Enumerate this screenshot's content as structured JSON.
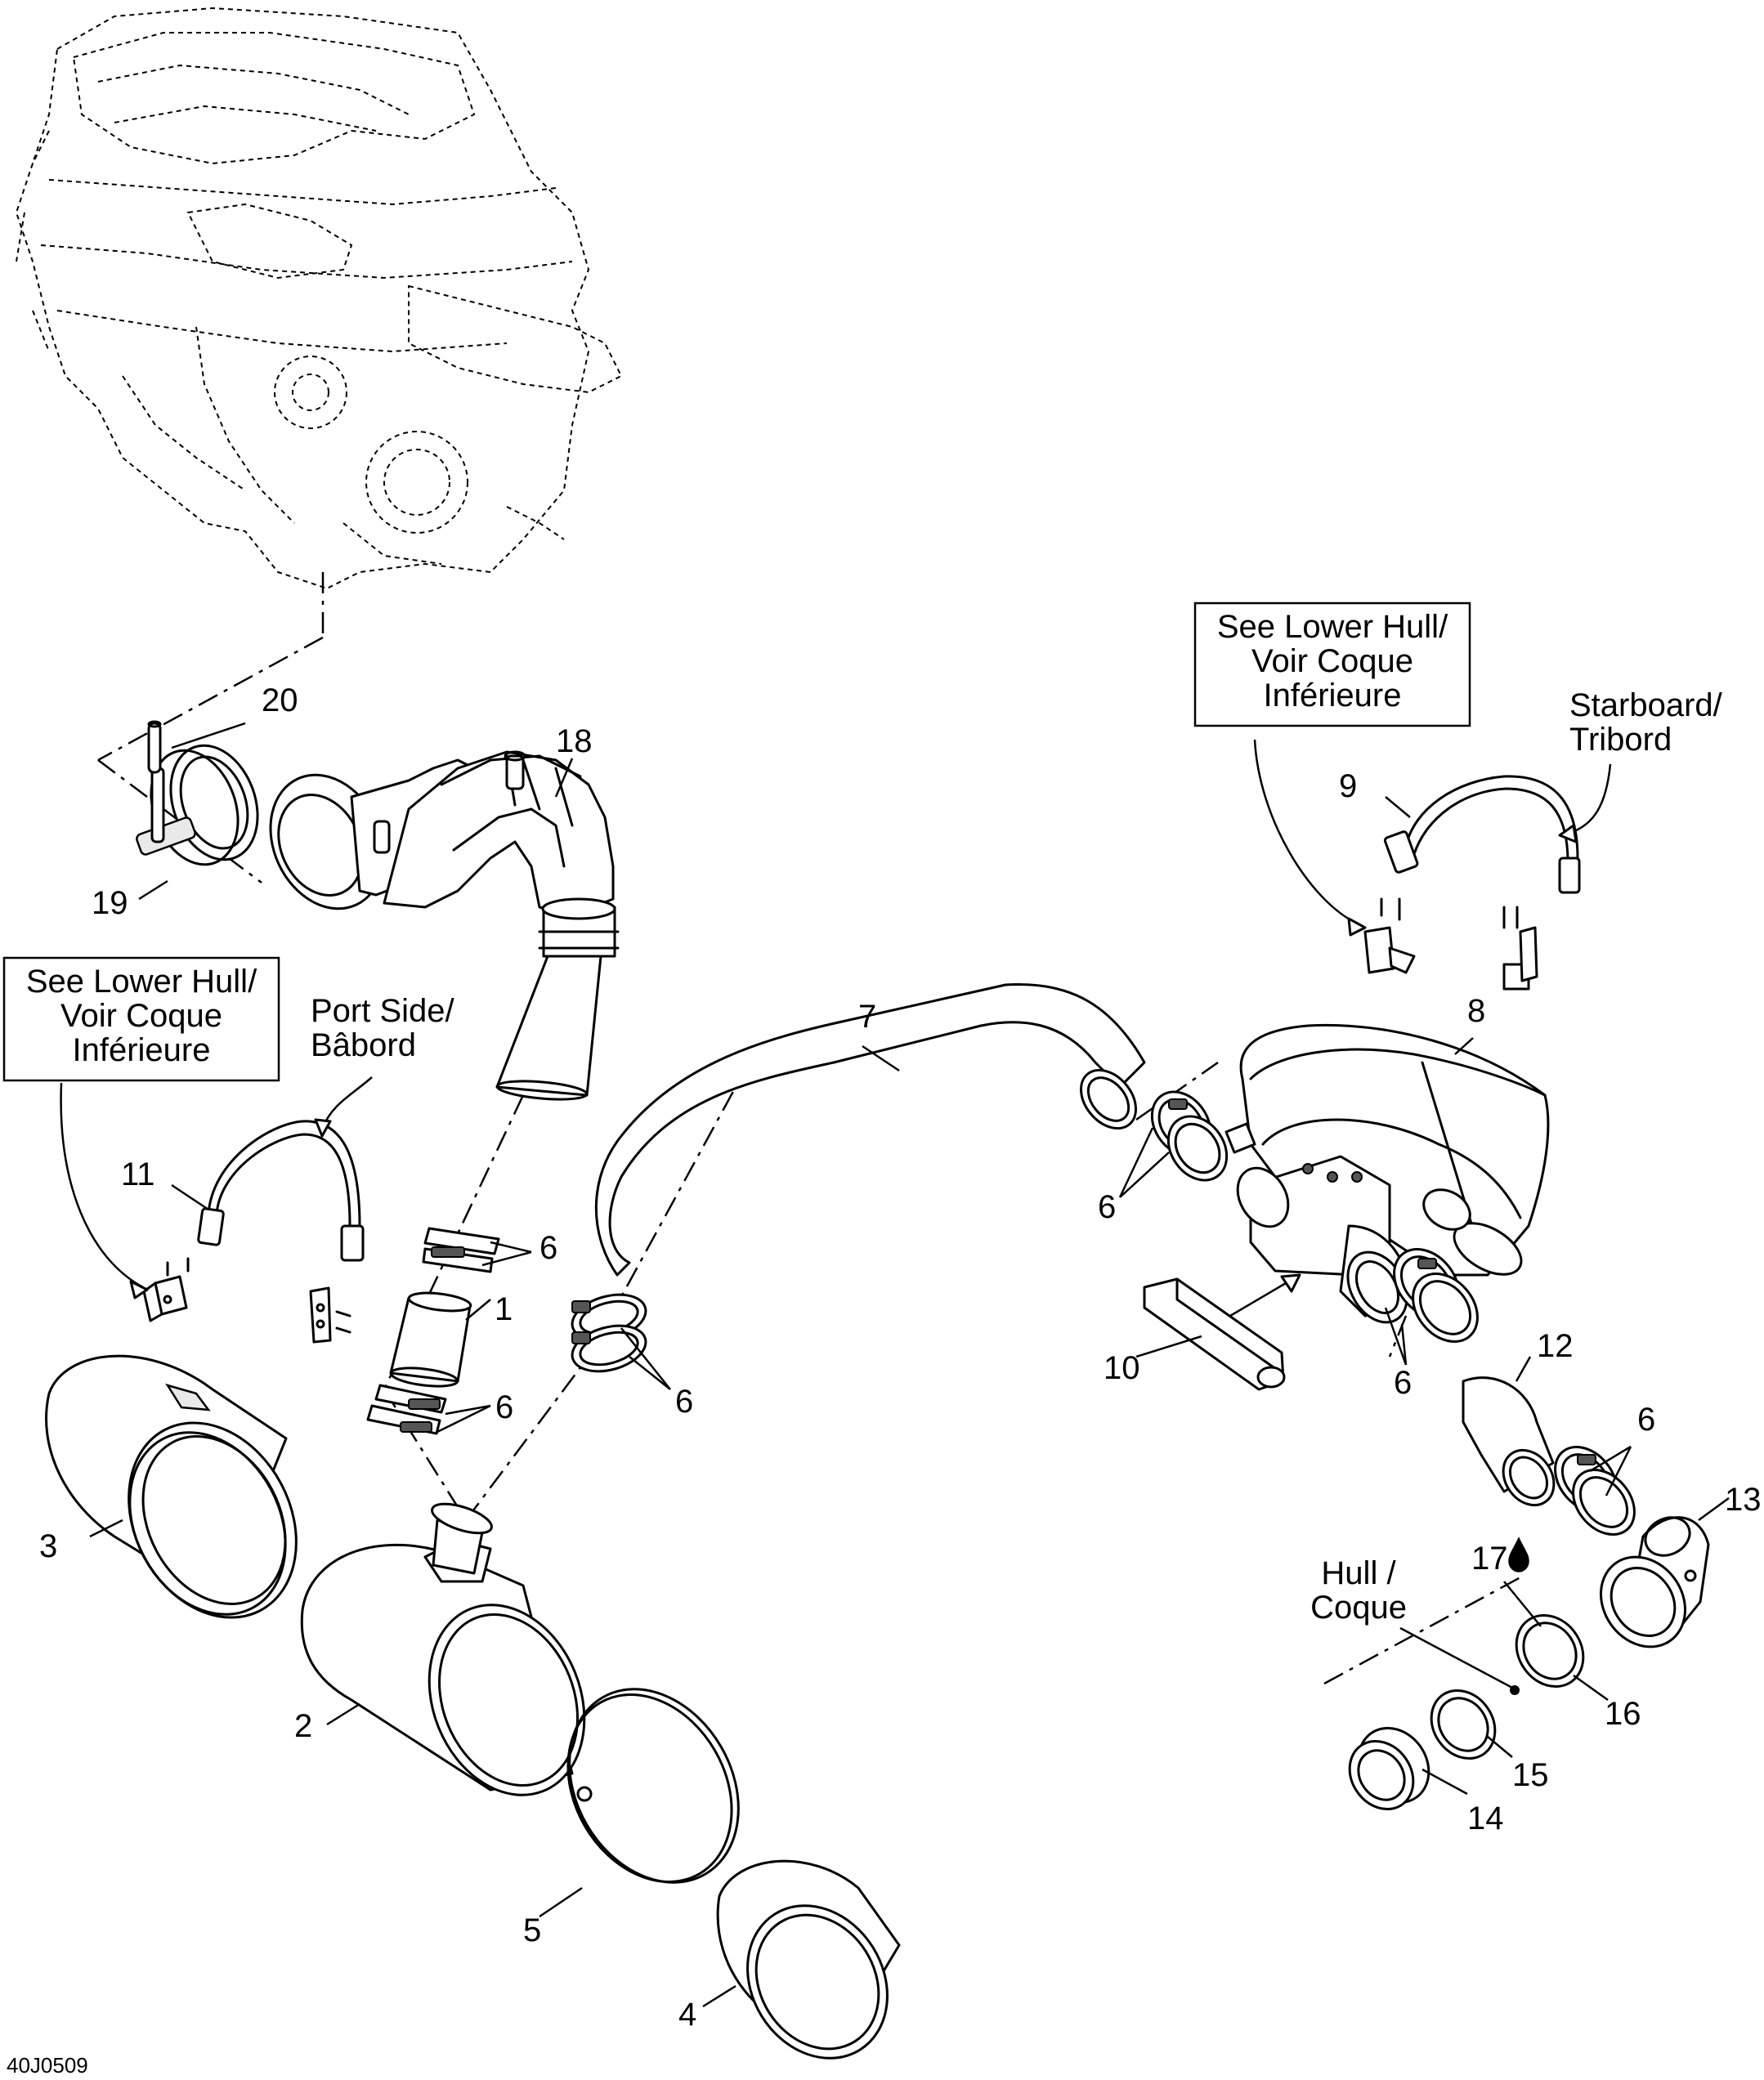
{
  "figure_code": "40J0509",
  "callouts": {
    "c1": "1",
    "c2": "2",
    "c3": "3",
    "c4": "4",
    "c5": "5",
    "c6a": "6",
    "c6b": "6",
    "c6c": "6",
    "c6d": "6",
    "c6e": "6",
    "c6f": "6",
    "c7": "7",
    "c8": "8",
    "c9": "9",
    "c10": "10",
    "c11": "11",
    "c12": "12",
    "c13": "13",
    "c14": "14",
    "c15": "15",
    "c16": "16",
    "c17": "17",
    "c18": "18",
    "c19": "19",
    "c20": "20"
  },
  "notes": {
    "lower_hull_left": [
      "See Lower Hull/",
      "Voir Coque",
      "Inférieure"
    ],
    "lower_hull_right": [
      "See Lower Hull/",
      "Voir Coque",
      "Inférieure"
    ],
    "port_side": [
      "Port Side/",
      "Bâbord"
    ],
    "starboard": [
      "Starboard/",
      "Tribord"
    ],
    "hull": [
      "Hull /",
      "Coque"
    ]
  },
  "icons": {
    "c17_marker": "sealant-drop-icon"
  }
}
